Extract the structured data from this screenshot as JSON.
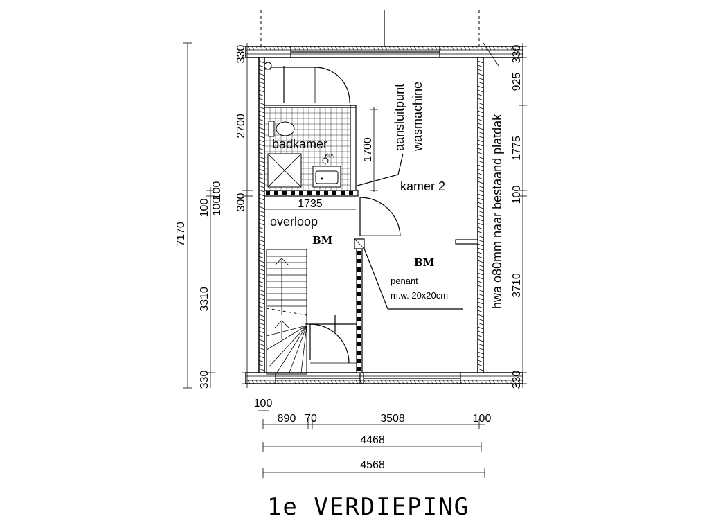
{
  "drawing": {
    "title": "1e VERDIEPING"
  },
  "rooms": {
    "badkamer": "badkamer",
    "kamer2": "kamer 2",
    "overloop": "overloop",
    "mv": "m.v."
  },
  "annotations": {
    "aansluitpunt_line1": "aansluitpunt",
    "aansluitpunt_line2": "wasmachine",
    "penant_line1": "penant",
    "penant_line2": "m.w. 20x20cm",
    "hwa": "hwa o80mm naar bestaand platdak",
    "bm": "BM"
  },
  "dimensions": {
    "left_outer": "7170",
    "left_330_top": "330",
    "left_2700": "2700",
    "left_300": "300",
    "left_100a": "100",
    "left_100b": "100",
    "left_1100": "100",
    "left_3310": "3310",
    "left_330_bottom": "330",
    "right_330_top": "330",
    "right_925": "925",
    "right_1775": "1775",
    "right_100": "100",
    "right_3710": "3710",
    "right_330_bottom": "330",
    "inner_1700": "1700",
    "inner_1735": "1735",
    "bottom_100_left": "100",
    "bottom_890": "890",
    "bottom_70": "70",
    "bottom_3508": "3508",
    "bottom_100_right": "100",
    "bottom_4468": "4468",
    "bottom_4568": "4568"
  }
}
